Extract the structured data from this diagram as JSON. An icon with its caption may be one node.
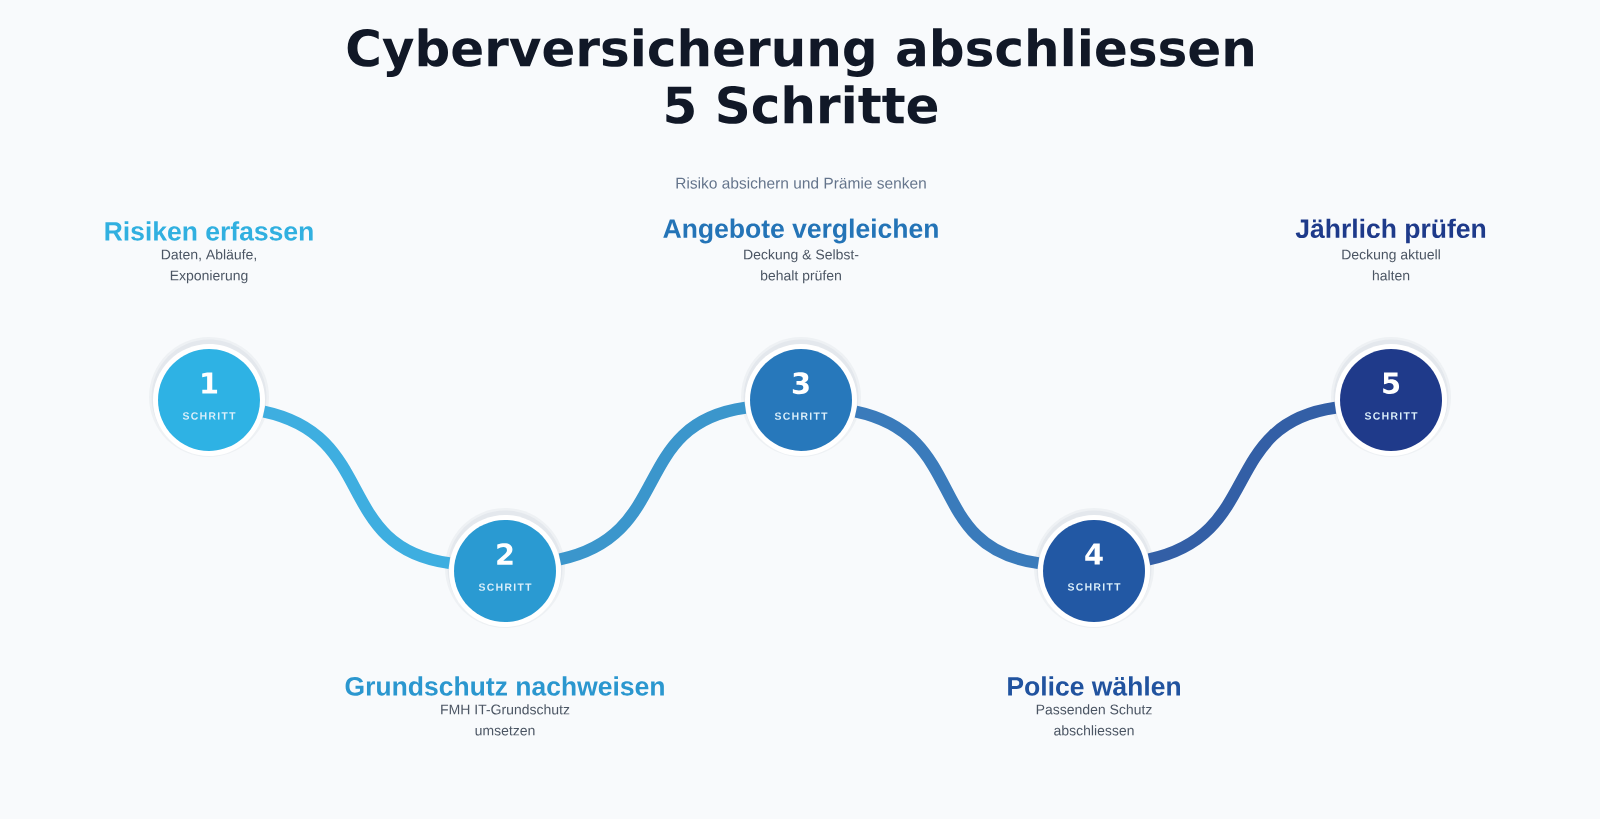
{
  "diagram": {
    "title": "Cyberversicherung abschliessen 5 Schritte",
    "nodes": [
      {
        "text": [
          "1",
          "SCHRITT"
        ],
        "beside": [
          "Risiken erfassen",
          "Daten, Abläufe, Exponierung"
        ]
      },
      {
        "text": [
          "2",
          "SCHRITT"
        ],
        "beside": [
          "Grundschutz nachweisen",
          "FMH IT-Grundschutz umsetzen"
        ]
      },
      {
        "text": [
          "3",
          "SCHRITT"
        ],
        "beside": [
          "Angebote vergleichen",
          "Deckung & Selbst- behalt prüfen"
        ]
      },
      {
        "text": [
          "4",
          "SCHRITT"
        ],
        "beside": [
          "Police wählen",
          "Passenden Schutz abschliessen"
        ]
      },
      {
        "text": [
          "5",
          "SCHRITT"
        ],
        "beside": [
          "Jährlich prüfen",
          "Deckung aktuell halten"
        ]
      }
    ],
    "edges": [
      {
        "from": 0,
        "to": 1,
        "arrow": "none",
        "color": "#3eaee0"
      },
      {
        "from": 1,
        "to": 2,
        "arrow": "none",
        "color": "#3b96cc"
      },
      {
        "from": 2,
        "to": 3,
        "arrow": "none",
        "color": "#3a7bbb"
      },
      {
        "from": 3,
        "to": 4,
        "arrow": "none",
        "color": "#335fa6"
      }
    ],
    "labels": [
      "Risiko absichern und Prämie senken"
    ]
  }
}
